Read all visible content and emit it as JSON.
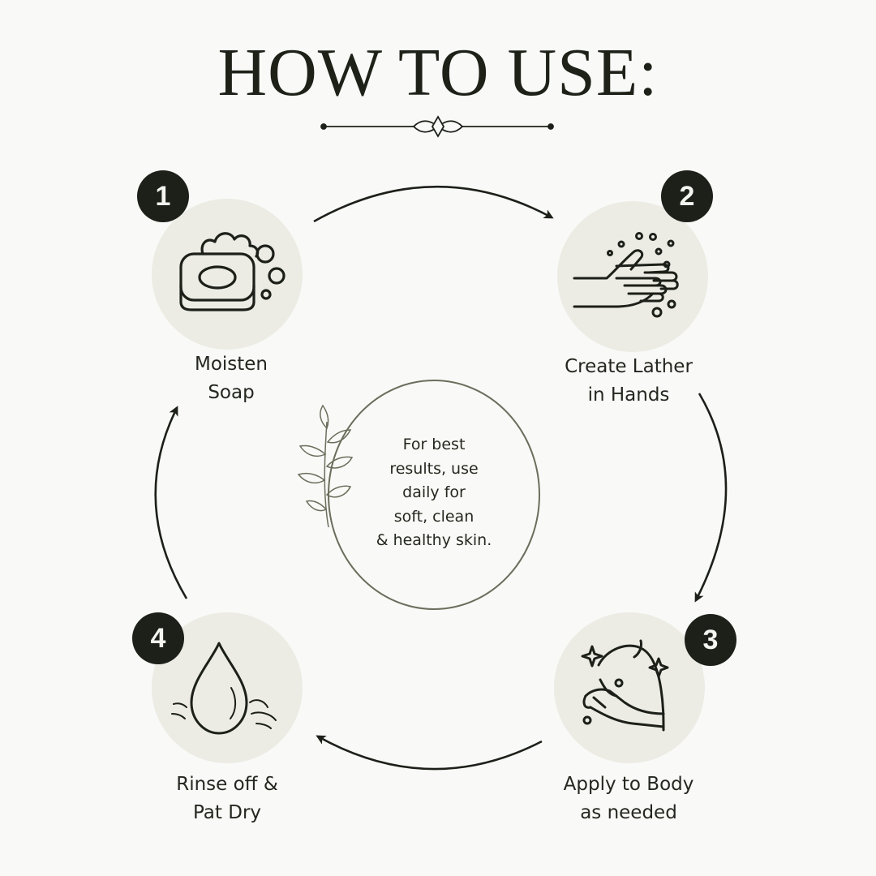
{
  "title": "HOW TO USE:",
  "steps": [
    {
      "number": "1",
      "line1": "Moisten",
      "line2": "Soap",
      "icon": "soap-bar-icon"
    },
    {
      "number": "2",
      "line1": "Create Lather",
      "line2": "in Hands",
      "icon": "lathering-hands-icon"
    },
    {
      "number": "3",
      "line1": "Apply to Body",
      "line2": "as needed",
      "icon": "apply-to-body-icon"
    },
    {
      "number": "4",
      "line1": "Rinse off &",
      "line2": "Pat Dry",
      "icon": "water-drop-icon"
    }
  ],
  "center_note": {
    "lines": [
      "For best",
      "results, use",
      "daily for",
      "soft, clean",
      "& healthy skin."
    ],
    "icon": "leaf-sprig-icon"
  },
  "colors": {
    "background": "#f9f9f7",
    "ink": "#1c2019",
    "step_circle": "#ecece5",
    "center_ring": "#6b6e5c"
  }
}
